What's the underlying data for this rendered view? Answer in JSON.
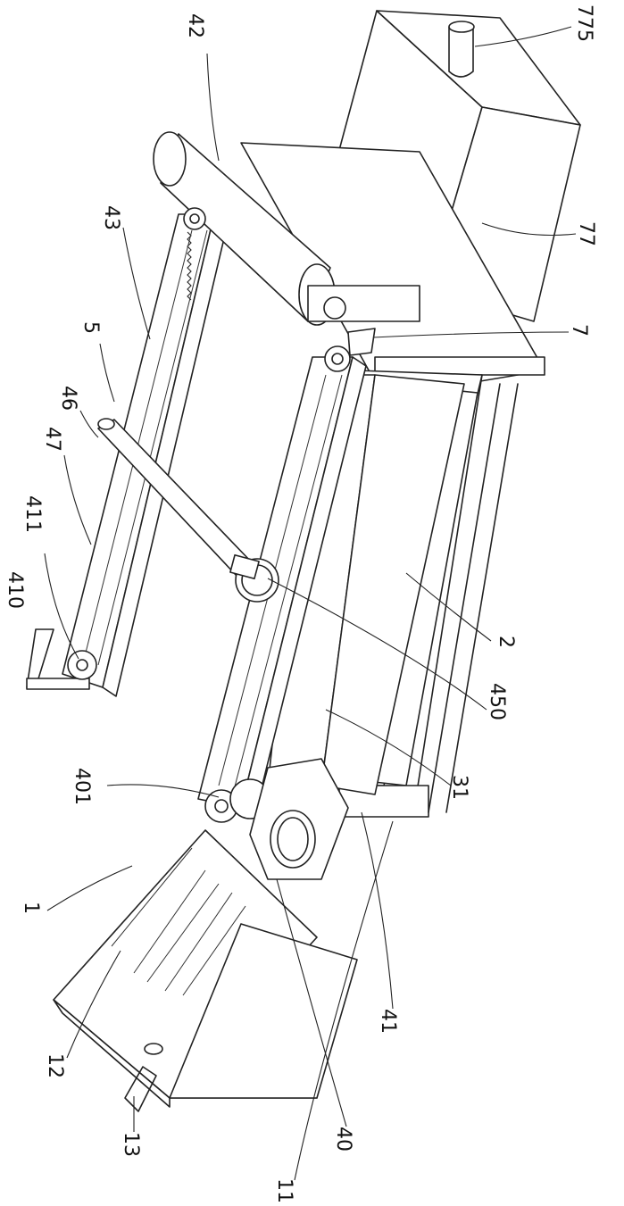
{
  "figure": {
    "callouts": [
      {
        "id": "c775",
        "text": "775"
      },
      {
        "id": "c42",
        "text": "42"
      },
      {
        "id": "c77",
        "text": "77"
      },
      {
        "id": "c43",
        "text": "43"
      },
      {
        "id": "c7",
        "text": "7"
      },
      {
        "id": "c5",
        "text": "5"
      },
      {
        "id": "c46",
        "text": "46"
      },
      {
        "id": "c47",
        "text": "47"
      },
      {
        "id": "c411",
        "text": "411"
      },
      {
        "id": "c410",
        "text": "410"
      },
      {
        "id": "c2",
        "text": "2"
      },
      {
        "id": "c450",
        "text": "450"
      },
      {
        "id": "c401",
        "text": "401"
      },
      {
        "id": "c31",
        "text": "31"
      },
      {
        "id": "c1",
        "text": "1"
      },
      {
        "id": "c41",
        "text": "41"
      },
      {
        "id": "c12",
        "text": "12"
      },
      {
        "id": "c13",
        "text": "13"
      },
      {
        "id": "c40",
        "text": "40"
      },
      {
        "id": "c11",
        "text": "11"
      }
    ]
  }
}
